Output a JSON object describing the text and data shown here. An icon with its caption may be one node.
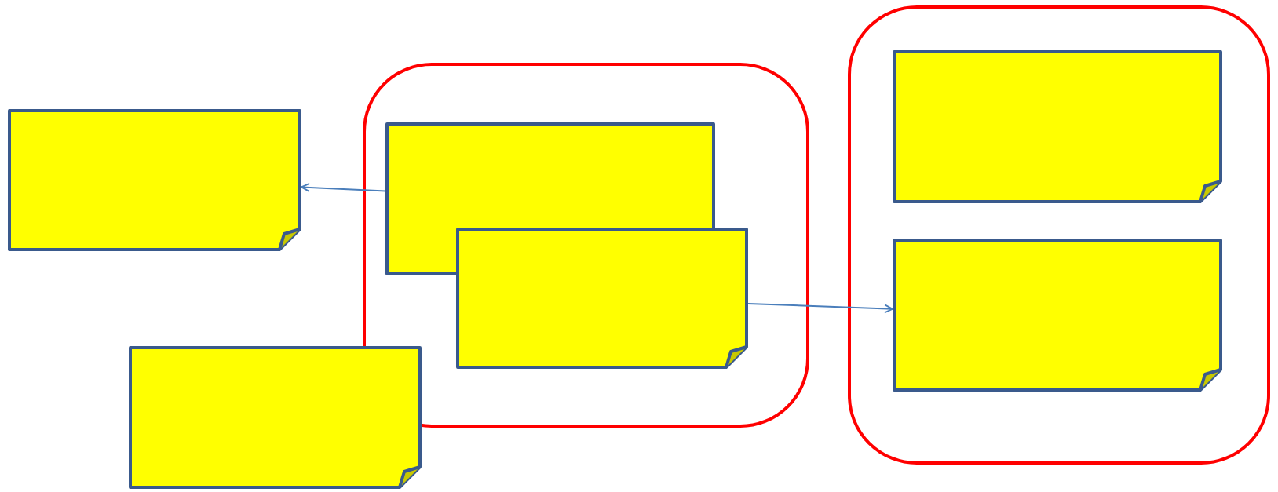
{
  "diagram": {
    "nodes": [
      {
        "text": [],
        "shape": "box"
      },
      {
        "text": [],
        "shape": "box"
      },
      {
        "text": [],
        "shape": "box",
        "in": 1
      },
      {
        "text": [],
        "shape": "box",
        "in": 1
      },
      {
        "text": [],
        "shape": "box"
      },
      {
        "text": [],
        "shape": "box"
      },
      {
        "text": [],
        "shape": "box",
        "in": 5
      },
      {
        "text": [],
        "shape": "box",
        "in": 5
      }
    ],
    "edges": [
      {
        "from": 2,
        "to": 0,
        "arrow": "to"
      },
      {
        "from": 3,
        "to": 7,
        "arrow": "to"
      }
    ]
  }
}
